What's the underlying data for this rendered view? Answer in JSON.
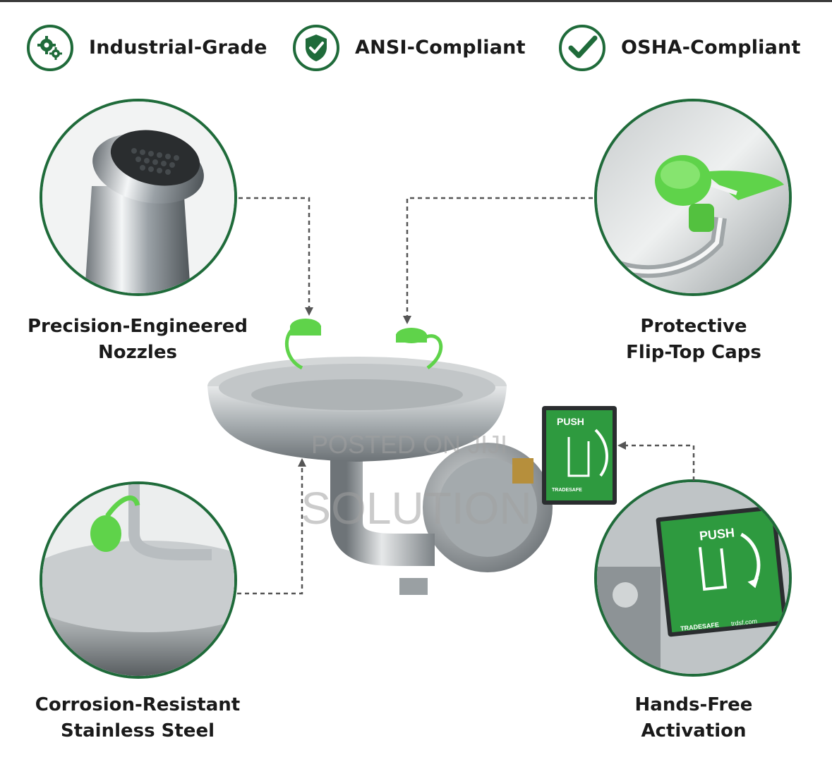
{
  "badges": [
    {
      "label": "Industrial-Grade",
      "icon": "gears-icon"
    },
    {
      "label": "ANSI-Compliant",
      "icon": "shield-check-icon"
    },
    {
      "label": "OSHA-Compliant",
      "icon": "checkmark-icon"
    }
  ],
  "features": {
    "nozzles": {
      "line1": "Precision-Engineered",
      "line2": "Nozzles"
    },
    "caps": {
      "line1": "Protective",
      "line2": "Flip-Top Caps"
    },
    "steel": {
      "line1": "Corrosion-Resistant",
      "line2": "Stainless Steel"
    },
    "activation": {
      "line1": "Hands-Free",
      "line2": "Activation"
    }
  },
  "push_sign": {
    "label": "PUSH",
    "brand": "TRADESAFE",
    "site": "trdsf.com"
  },
  "watermark": {
    "line1": "POSTED ON JIJI",
    "line2": "SOLUTION"
  },
  "colors": {
    "brand_green": "#1f6b3a",
    "cap_green": "#5fd34a",
    "sign_green": "#2e9a3f"
  }
}
